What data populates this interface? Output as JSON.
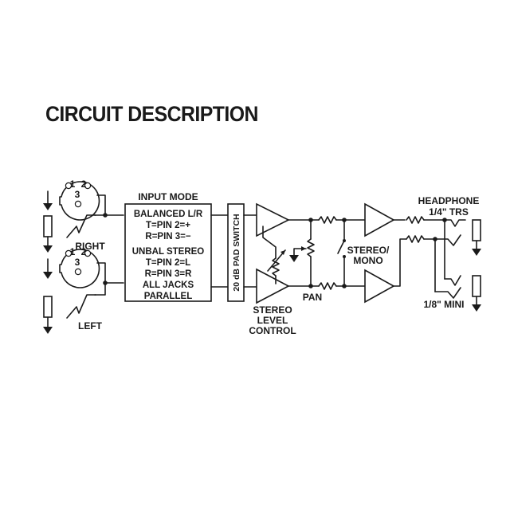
{
  "title": "CIRCUIT DESCRIPTION",
  "inputs": {
    "right_label": "RIGHT",
    "left_label": "LEFT",
    "xlr_pins": [
      "1",
      "2",
      "3"
    ]
  },
  "input_mode": {
    "heading": "INPUT MODE",
    "lines": [
      "BALANCED L/R",
      "T=PIN 2=+",
      "R=PIN 3=−",
      "UNBAL STEREO",
      "T=PIN 2=L",
      "R=PIN 3=R",
      "ALL JACKS",
      "PARALLEL"
    ]
  },
  "pad_switch": "20 dB PAD SWITCH",
  "level_control": [
    "STEREO",
    "LEVEL",
    "CONTROL"
  ],
  "pan_label": "PAN",
  "stereo_mono": [
    "STEREO/",
    "MONO"
  ],
  "outputs": {
    "headphone": [
      "HEADPHONE",
      "1/4\" TRS"
    ],
    "mini": "1/8\" MINI"
  }
}
